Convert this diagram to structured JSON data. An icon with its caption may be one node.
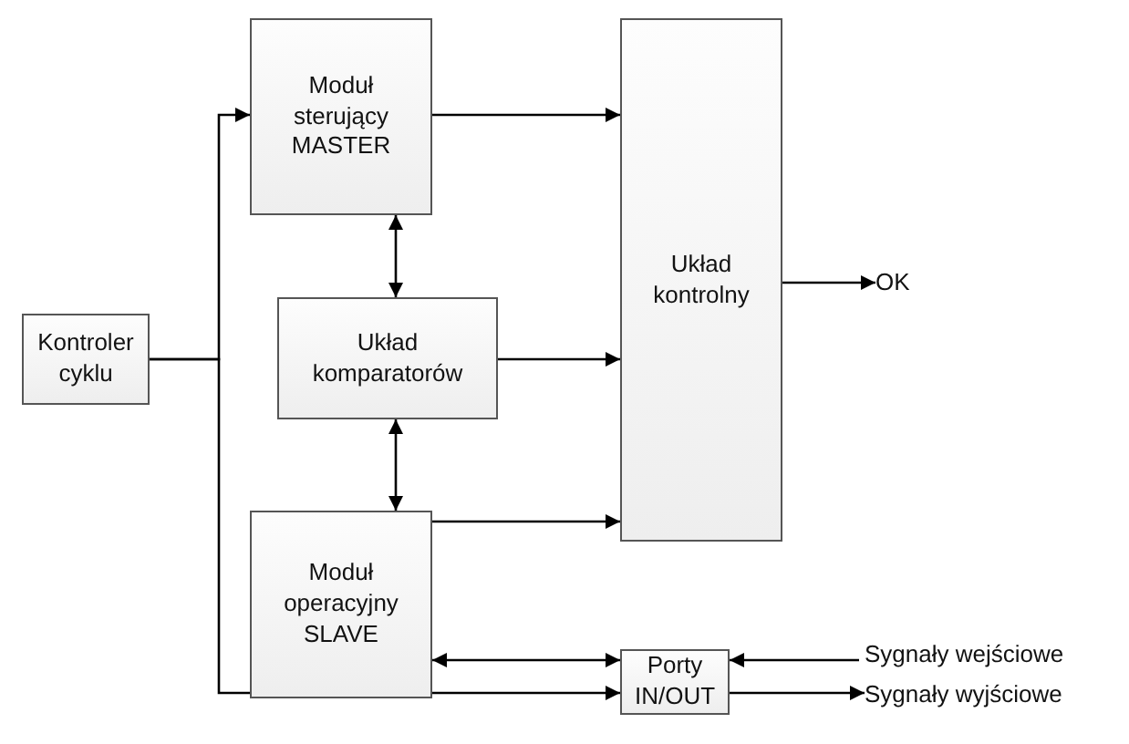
{
  "diagram": {
    "nodes": [
      {
        "text": [
          "Kontroler cyklu"
        ]
      },
      {
        "text": [
          "Moduł sterujący MASTER"
        ]
      },
      {
        "text": [
          "Układ komparatorów"
        ]
      },
      {
        "text": [
          "Moduł operacyjny SLAVE"
        ]
      },
      {
        "text": [
          "Układ kontrolny"
        ]
      },
      {
        "text": [
          "OK"
        ]
      },
      {
        "text": [
          "Porty IN/OUT"
        ]
      },
      {
        "text": [
          "Sygnały wejściowe"
        ]
      },
      {
        "text": [
          "Sygnały wyjściowe"
        ]
      }
    ],
    "edges": [
      {
        "from": 0,
        "to": 1,
        "arrow": "to"
      },
      {
        "from": 0,
        "to": 6,
        "arrow": "to"
      },
      {
        "from": 1,
        "to": 4,
        "arrow": "to"
      },
      {
        "from": 2,
        "to": 4,
        "arrow": "to"
      },
      {
        "from": 3,
        "to": 4,
        "arrow": "to"
      },
      {
        "from": 1,
        "to": 2,
        "arrow": "both"
      },
      {
        "from": 2,
        "to": 3,
        "arrow": "both"
      },
      {
        "from": 3,
        "to": 6,
        "arrow": "both"
      },
      {
        "from": 7,
        "to": 6,
        "arrow": "to"
      },
      {
        "from": 6,
        "to": 8,
        "arrow": "to"
      },
      {
        "from": 4,
        "to": 5,
        "arrow": "to"
      }
    ]
  }
}
